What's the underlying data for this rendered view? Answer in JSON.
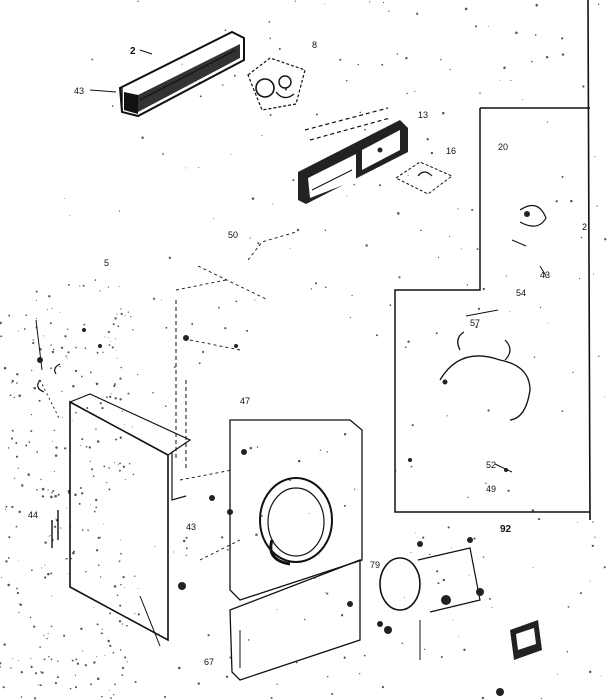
{
  "labels": {
    "l2": "2",
    "l43a": "43",
    "l8": "8",
    "l13": "13",
    "l16": "16",
    "l50": "50",
    "l5": "5",
    "l20": "20",
    "l2b": "2",
    "l43b": "43",
    "l54": "54",
    "l57": "57",
    "l52": "52",
    "l49": "49",
    "l44": "44",
    "l43c": "43",
    "l92": "92",
    "l79": "79",
    "l67": "67",
    "l47": "47"
  }
}
